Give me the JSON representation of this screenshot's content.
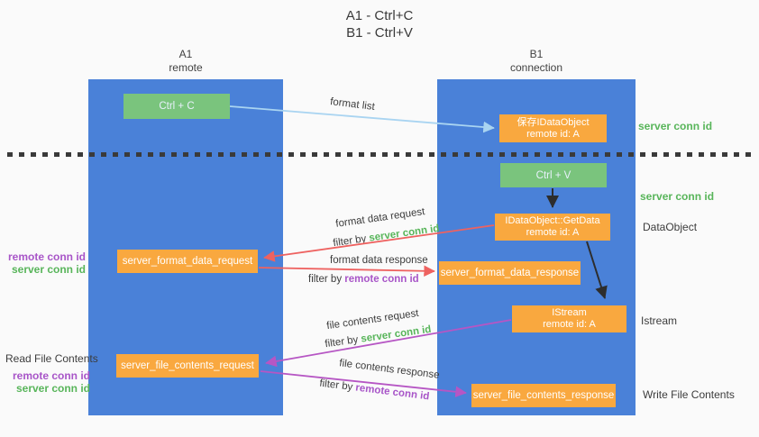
{
  "title": {
    "line1": "A1 - Ctrl+C",
    "line2": "B1 - Ctrl+V"
  },
  "lifelines": {
    "left": {
      "name": "A1",
      "role": "remote"
    },
    "right": {
      "name": "B1",
      "role": "connection"
    }
  },
  "nodes": {
    "ctrl_c": {
      "label": "Ctrl + C"
    },
    "ctrl_v": {
      "label": "Ctrl + V"
    },
    "save_idataobject": {
      "line1": "保存IDataObject",
      "line2": "remote id: A"
    },
    "getdata": {
      "line1": "IDataObject::GetData",
      "line2": "remote id: A"
    },
    "istream": {
      "line1": "IStream",
      "line2": "remote id: A"
    },
    "format_request": {
      "label": "server_format_data_request"
    },
    "format_response": {
      "label": "server_format_data_response"
    },
    "file_request": {
      "label": "server_file_contents_request"
    },
    "file_response": {
      "label": "server_file_contents_response"
    }
  },
  "labels": {
    "format_list": "format list",
    "format_data_request": "format data request",
    "format_data_response": "format data response",
    "file_contents_request": "file contents request",
    "file_contents_response": "file contents response",
    "filter_by": "filter by ",
    "server_conn_id": "server conn id",
    "remote_conn_id": "remote conn id",
    "read_file_contents": "Read File Contents",
    "write_file_contents": "Write File Contents",
    "dataobject": "DataObject",
    "istream_interface": "Istream"
  },
  "colors": {
    "lifeline_blue": "#4a81d8",
    "action_green": "#7ac47d",
    "message_orange": "#f9a83f",
    "format_arrow_red": "#ee6260",
    "file_arrow_purple": "#b656c4",
    "format_list_arrow_blue": "#a9d4f1",
    "black_arrow": "#2d2d2d",
    "server_id_green_text": "#58b55a",
    "remote_id_purple_text": "#a855c8",
    "background": "#fafafa"
  }
}
